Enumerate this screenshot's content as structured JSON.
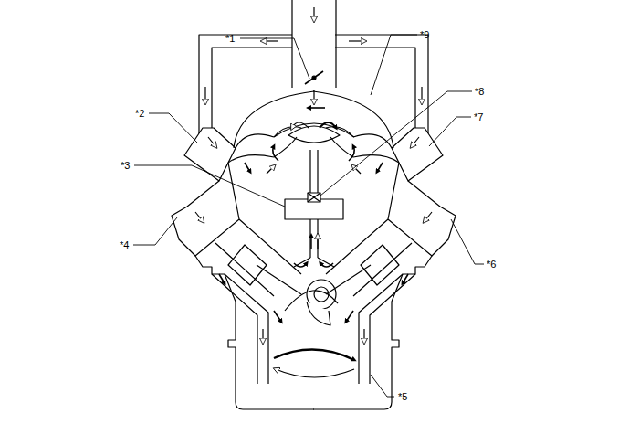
{
  "diagram": {
    "labels": [
      "*1",
      "*9",
      "*8",
      "*2",
      "*7",
      "*3",
      "*4",
      "*6",
      "*5"
    ]
  }
}
